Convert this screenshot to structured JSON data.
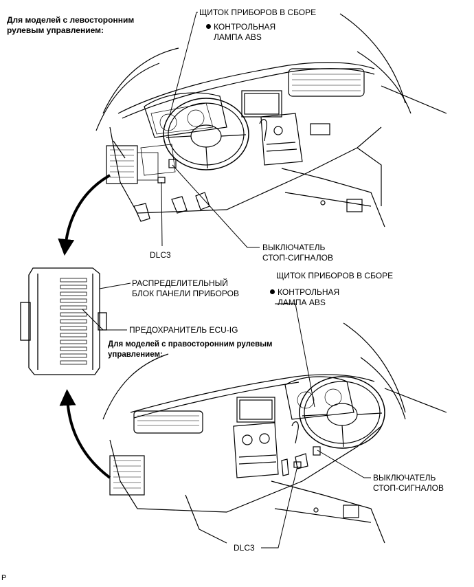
{
  "lhd": {
    "heading_line1": "Для моделей с левосторонним",
    "heading_line2": "рулевым управлением:",
    "combination_meter": "ЩИТОК ПРИБОРОВ В СБОРЕ",
    "abs_lamp_line1": "КОНТРОЛЬНАЯ",
    "abs_lamp_line2": "ЛАМПА ABS",
    "dlc3": "DLC3",
    "stop_switch_line1": "ВЫКЛЮЧАТЕЛЬ",
    "stop_switch_line2": "СТОП-СИГНАЛОВ"
  },
  "junction_block": {
    "label_line1": "РАСПРЕДЕЛИТЕЛЬНЫЙ",
    "label_line2": "БЛОК ПАНЕЛИ ПРИБОРОВ",
    "fuse": "ПРЕДОХРАНИТЕЛЬ ECU-IG"
  },
  "rhd": {
    "heading_line1": "Для моделей с правосторонним рулевым",
    "heading_line2": "управлением:",
    "combination_meter": "ЩИТОК ПРИБОРОВ В СБОРЕ",
    "abs_lamp_line1": "КОНТРОЛЬНАЯ",
    "abs_lamp_line2": "ЛАМПА ABS",
    "dlc3": "DLC3",
    "stop_switch_line1": "ВЫКЛЮЧАТЕЛЬ",
    "stop_switch_line2": "СТОП-СИГНАЛОВ"
  },
  "corner_mark": "P",
  "icons": {
    "bullet": "filled-circle-icon",
    "arrow": "curved-arrow-icon"
  }
}
